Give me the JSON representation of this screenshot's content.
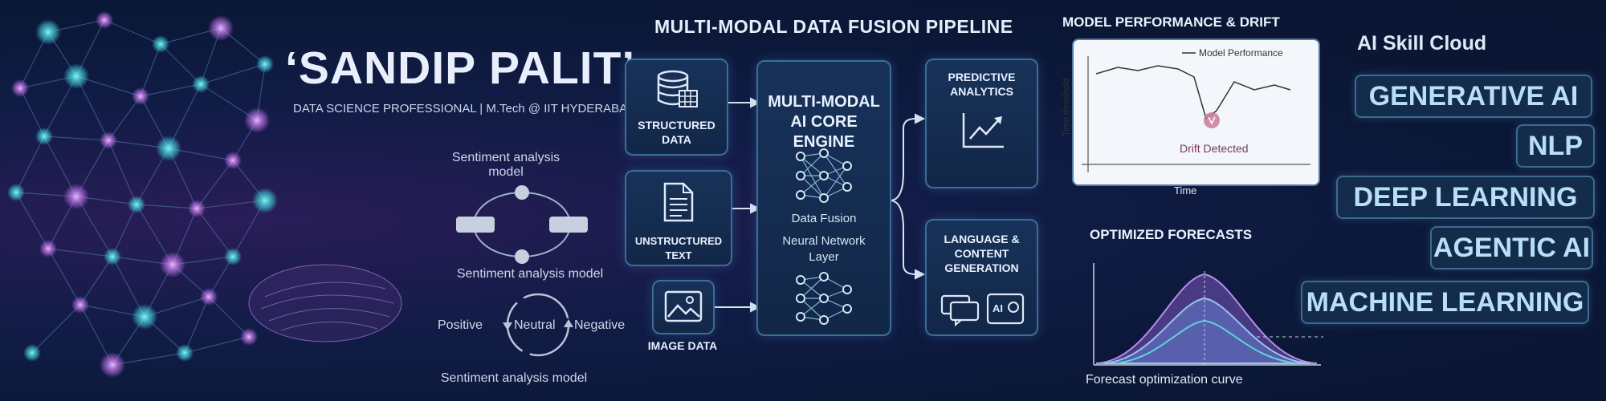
{
  "header": {
    "name": "‘SANDIP PALIT’",
    "subtitle": "DATA SCIENCE PROFESSIONAL | M.Tech @ IIT HYDERABAD"
  },
  "sentiment": {
    "top_label": "Sentiment analysis\nmodel",
    "mid_label": "Sentiment analysis model",
    "bottom_label": "Sentiment analysis model",
    "positive": "Positive",
    "neutral": "Neutral",
    "negative": "Negative"
  },
  "pipeline": {
    "title": "MULTI-MODAL DATA FUSION PIPELINE",
    "inputs": [
      {
        "label": "STRUCTURED\nDATA",
        "icon": "database-icon"
      },
      {
        "label": "UNSTRUCTURED TEXT",
        "icon": "document-icon"
      },
      {
        "label": "IMAGE DATA",
        "icon": "image-icon"
      }
    ],
    "core": {
      "title": "MULTI-MODAL\nAI CORE ENGINE",
      "line1": "Data Fusion",
      "line2": "Neural Network\nLayer"
    },
    "outputs": [
      {
        "label": "PREDICTIVE\nANALYTICS",
        "icon": "trend-chart-icon"
      },
      {
        "label": "LANGUAGE &\nCONTENT\nGENERATION",
        "icon": "chat-ai-icon"
      }
    ]
  },
  "performance": {
    "title": "MODEL PERFORMANCE & DRIFT",
    "legend": "Model Performance",
    "ylabel": "Time threshold",
    "xlabel": "Time",
    "annotation": "Drift Detected",
    "color": "#c97a9a"
  },
  "forecast": {
    "title": "OPTIMIZED FORECASTS",
    "caption": "Forecast optimization curve"
  },
  "skills": {
    "title": "AI Skill Cloud",
    "items": [
      "GENERATIVE AI",
      "NLP",
      "DEEP LEARNING",
      "AGENTIC AI",
      "MACHINE LEARNING"
    ]
  },
  "colors": {
    "accent": "#7fd0ff",
    "node": "#52e0e0",
    "purple": "#b46ae0"
  }
}
